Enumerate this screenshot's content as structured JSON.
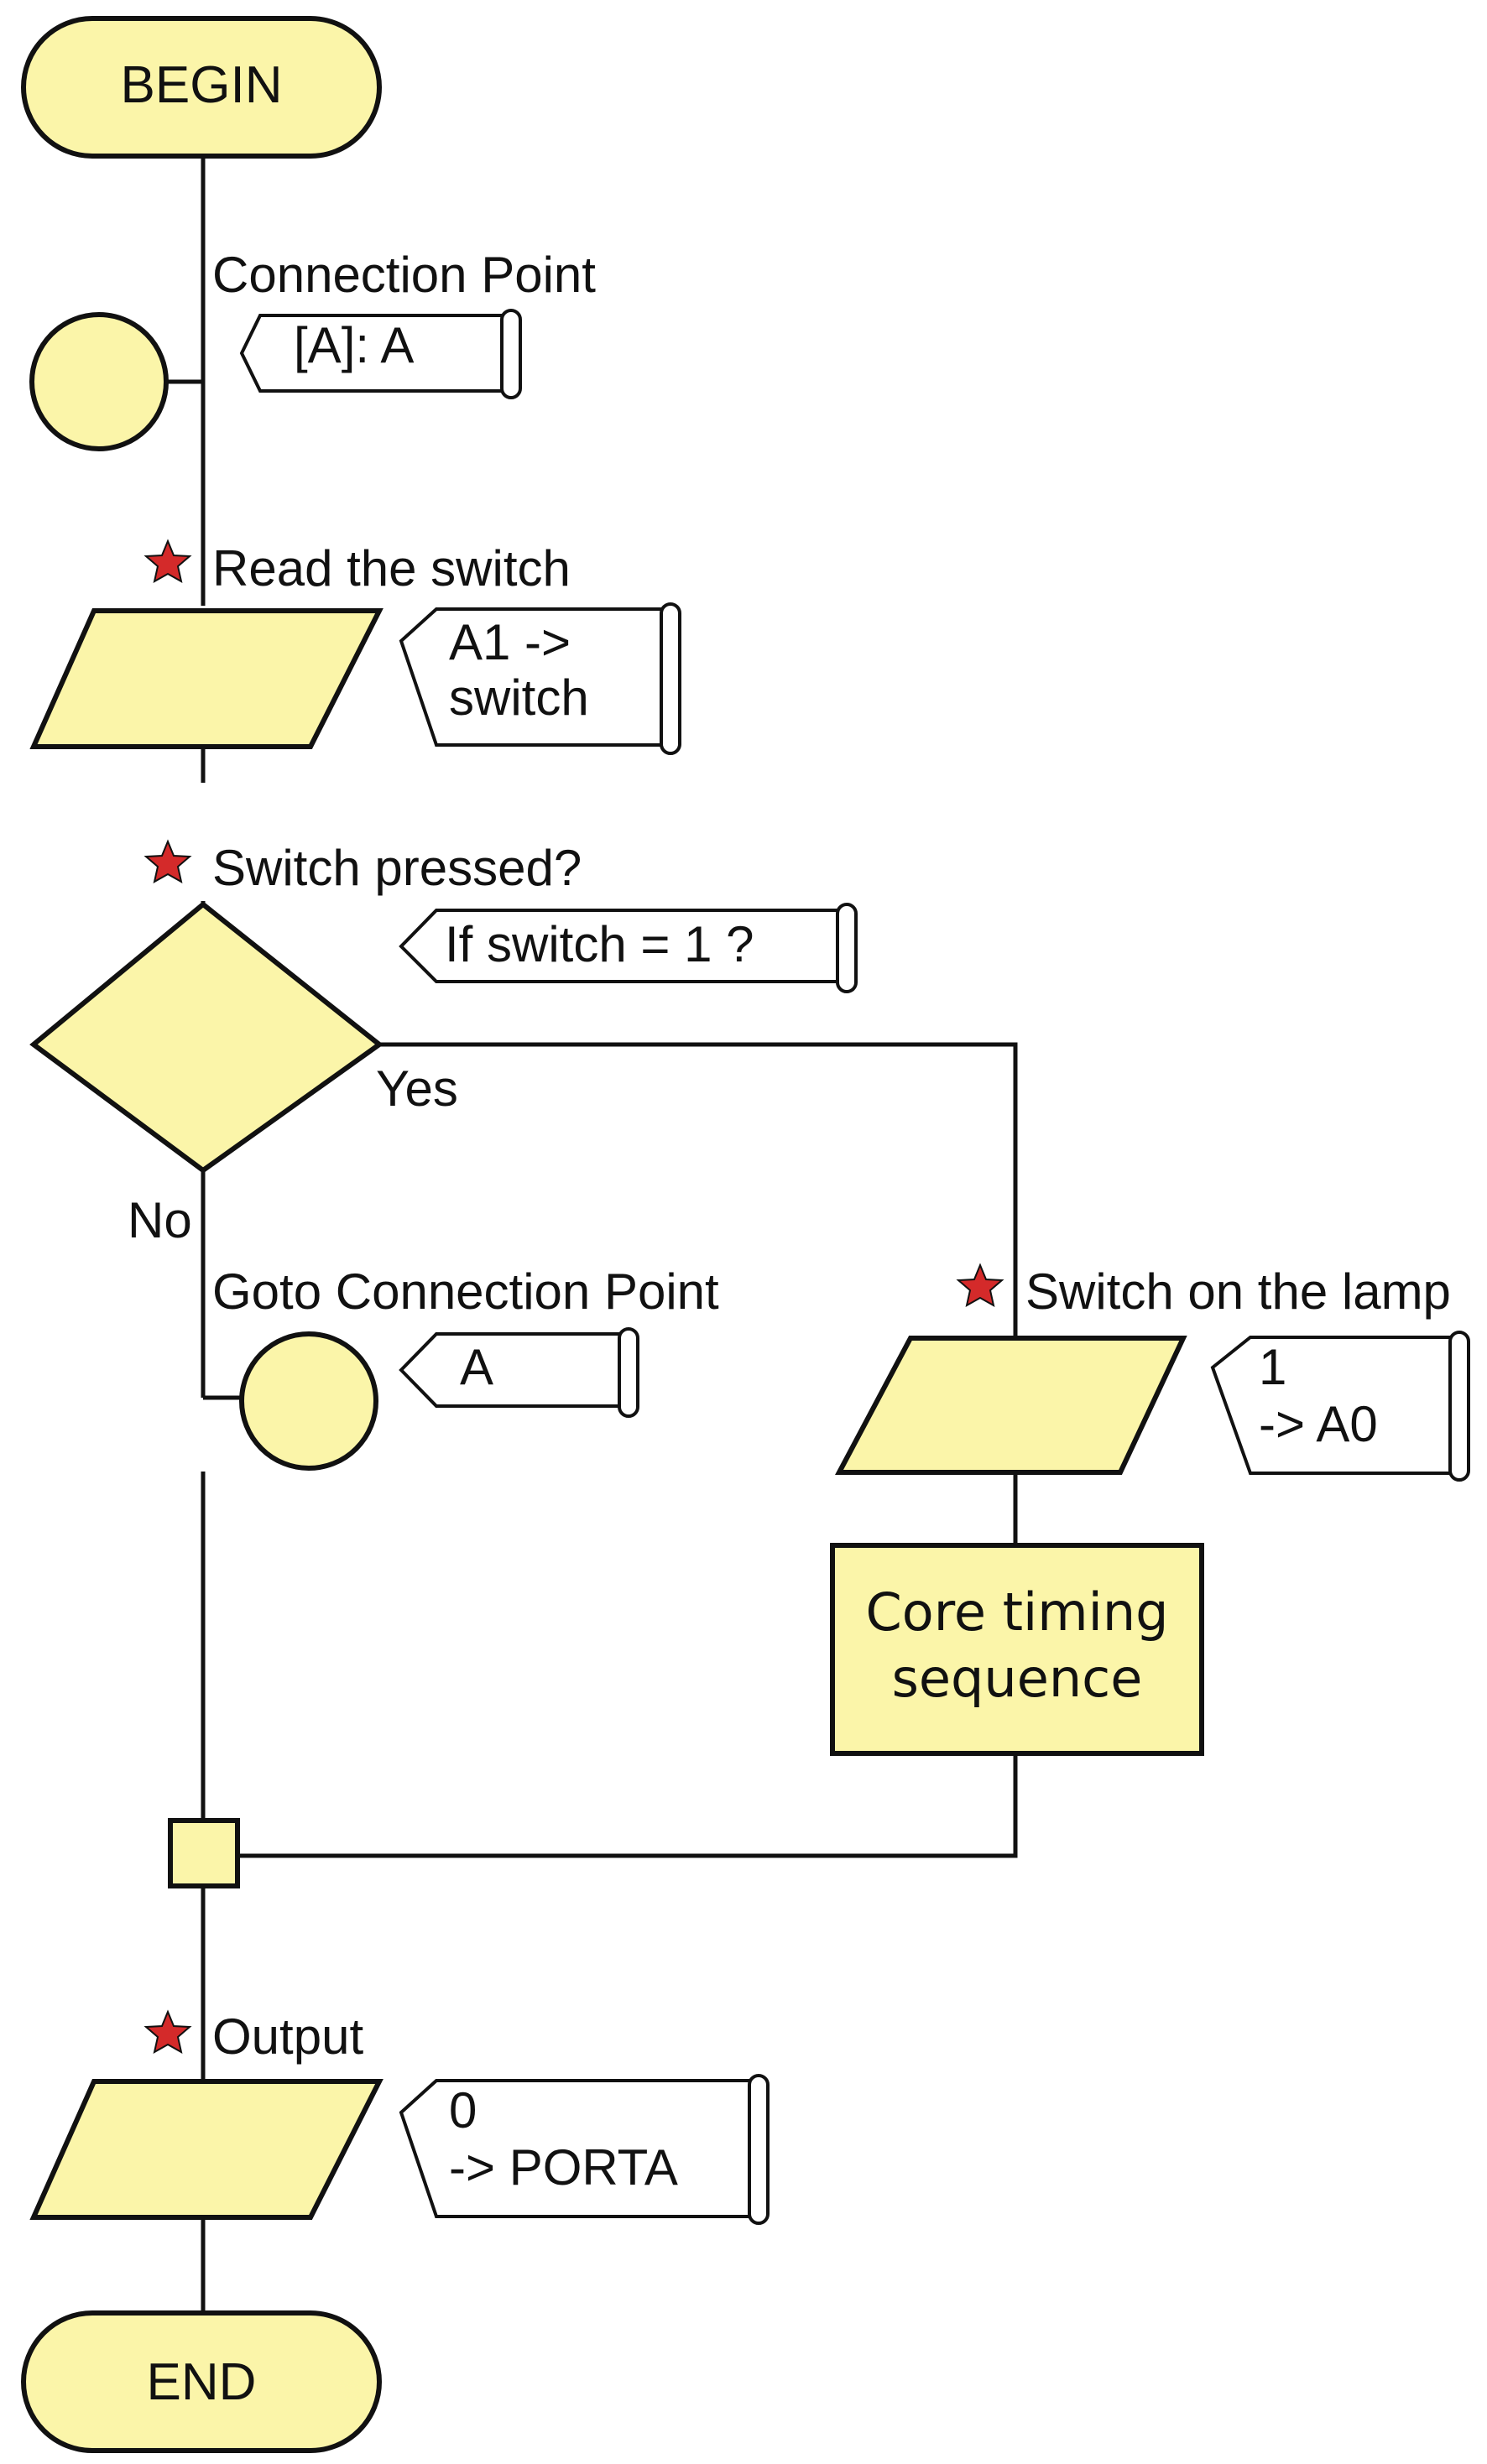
{
  "diagram": {
    "begin": "BEGIN",
    "end": "END",
    "connection_point": {
      "label": "Connection Point",
      "note": [
        "[A]: A"
      ]
    },
    "read_switch": {
      "label": "Read the switch",
      "note": [
        "A1 ->",
        "switch"
      ]
    },
    "decision": {
      "label": "Switch pressed?",
      "note": [
        "If  switch = 1 ?"
      ],
      "yes": "Yes",
      "no": "No"
    },
    "goto_connection": {
      "label": "Goto Connection Point",
      "note": [
        "A"
      ]
    },
    "switch_lamp": {
      "label": "Switch on the lamp",
      "note": [
        "1",
        "-> A0"
      ]
    },
    "core_timing": {
      "text": [
        "Core timing",
        "sequence"
      ]
    },
    "output": {
      "label": "Output",
      "note": [
        "0",
        "-> PORTA"
      ]
    }
  },
  "colors": {
    "shape_fill": "#fbf5a9",
    "stroke": "#111111",
    "star": "#d42a2a"
  }
}
